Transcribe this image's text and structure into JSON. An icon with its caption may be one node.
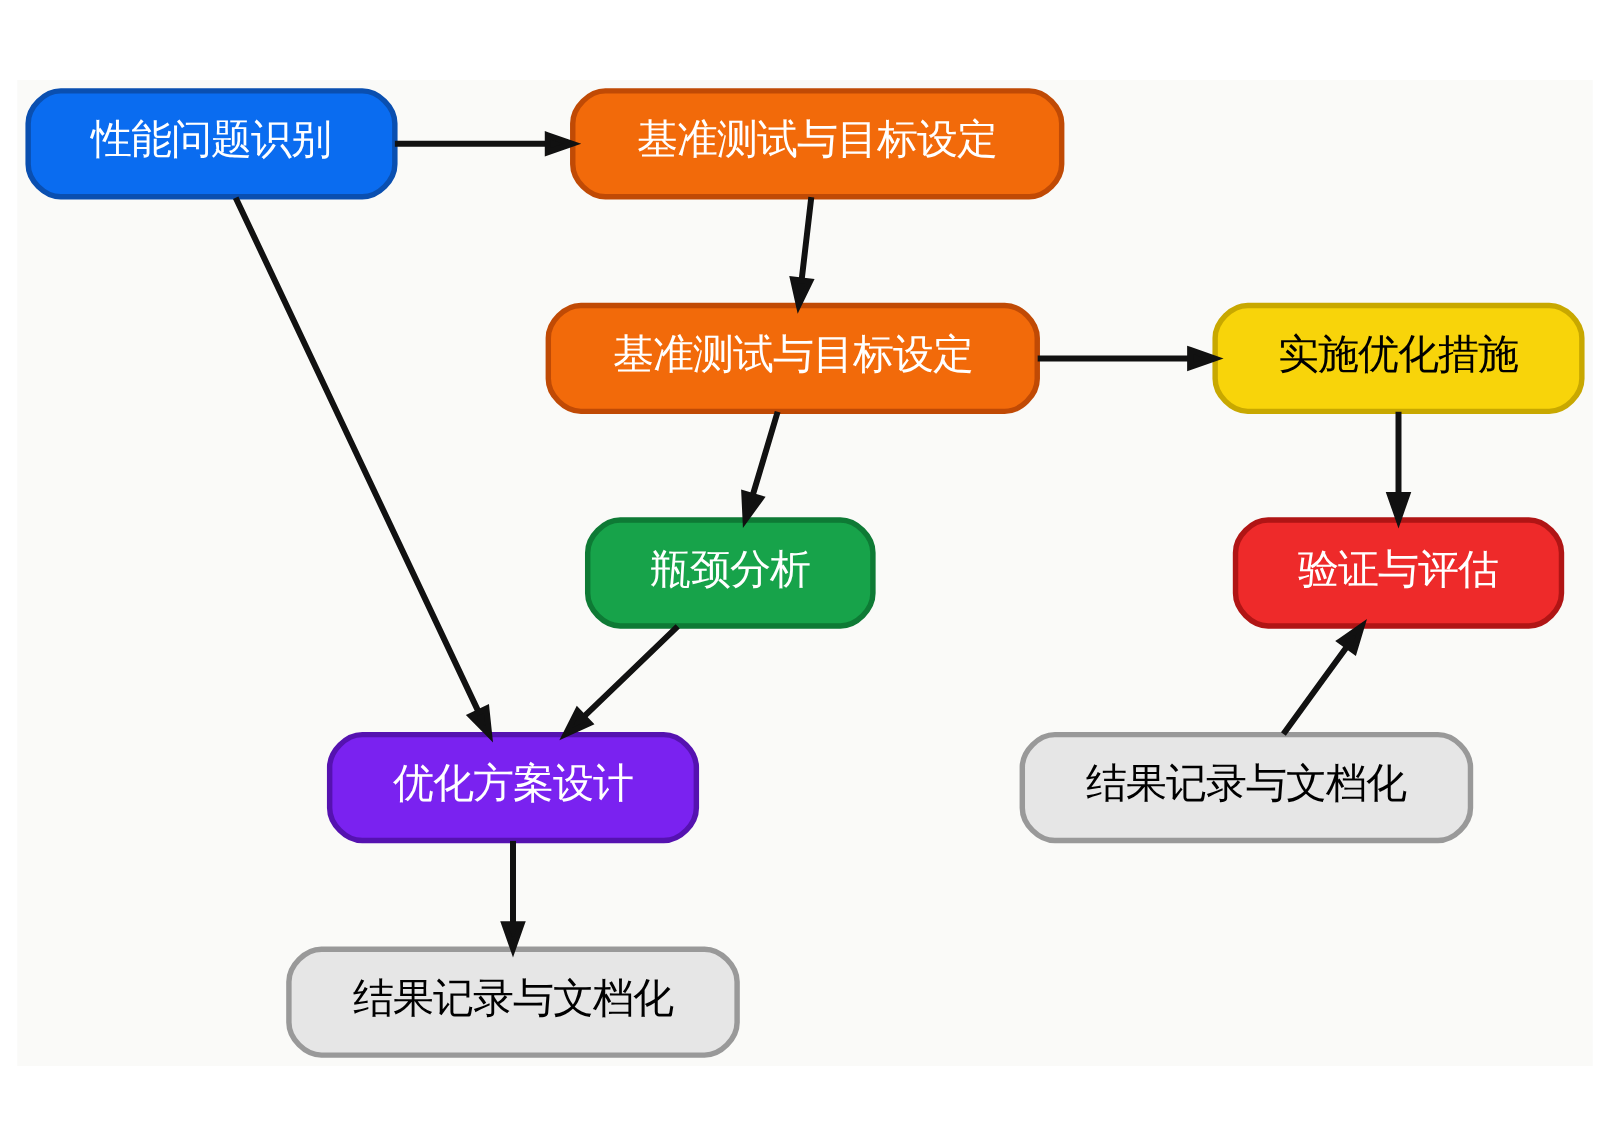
{
  "diagram": {
    "nodes": [
      {
        "text": [
          "性能问题识别"
        ]
      },
      {
        "text": [
          "基准测试与目标设定"
        ]
      },
      {
        "text": [
          "基准测试与目标设定"
        ]
      },
      {
        "text": [
          "实施优化措施"
        ]
      },
      {
        "text": [
          "瓶颈分析"
        ]
      },
      {
        "text": [
          "验证与评估"
        ]
      },
      {
        "text": [
          "优化方案设计"
        ]
      },
      {
        "text": [
          "结果记录与文档化"
        ]
      },
      {
        "text": [
          "结果记录与文档化"
        ]
      }
    ],
    "edges": [
      {
        "from": 0,
        "to": 1,
        "arrow": "to"
      },
      {
        "from": 1,
        "to": 2,
        "arrow": "to"
      },
      {
        "from": 2,
        "to": 3,
        "arrow": "to"
      },
      {
        "from": 2,
        "to": 4,
        "arrow": "to"
      },
      {
        "from": 3,
        "to": 5,
        "arrow": "to"
      },
      {
        "from": 4,
        "to": 6,
        "arrow": "to"
      },
      {
        "from": 0,
        "to": 6,
        "arrow": "to"
      },
      {
        "from": 6,
        "to": 8,
        "arrow": "to"
      },
      {
        "from": 7,
        "to": 5,
        "arrow": "to"
      }
    ]
  }
}
